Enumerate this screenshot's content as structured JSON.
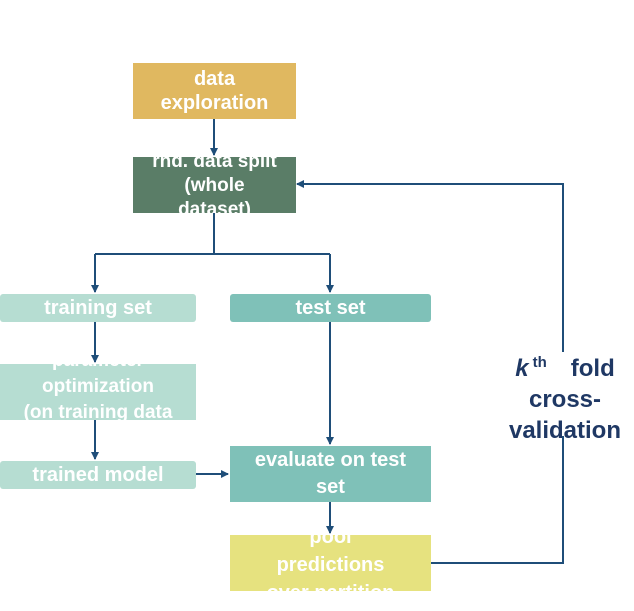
{
  "colors": {
    "exploration": "#e0b860",
    "split": "#5a7d67",
    "training": "#b6ddd2",
    "test": "#7fc1b8",
    "pool": "#e6e27f",
    "arrow": "#1f4e79",
    "label": "#1f3864"
  },
  "nodes": {
    "exploration": {
      "line1": "data",
      "line2": "exploration"
    },
    "split": {
      "line1": "rnd. data split",
      "line2": "(whole",
      "line3": "dataset)"
    },
    "training_set": {
      "label": "training set"
    },
    "test_set": {
      "label": "test set"
    },
    "optimization": {
      "line1": "parameter",
      "line2": "optimization",
      "line3": "(on training data"
    },
    "trained_model": {
      "label": "trained model"
    },
    "evaluate": {
      "line1": "evaluate on test",
      "line2": "set"
    },
    "pool": {
      "line1": "pool",
      "line2": "predictions",
      "line3": "over partition"
    }
  },
  "loop_label": {
    "k": "k",
    "th": "th",
    "fold": "fold",
    "line2": "cross-",
    "line3": "validation"
  }
}
